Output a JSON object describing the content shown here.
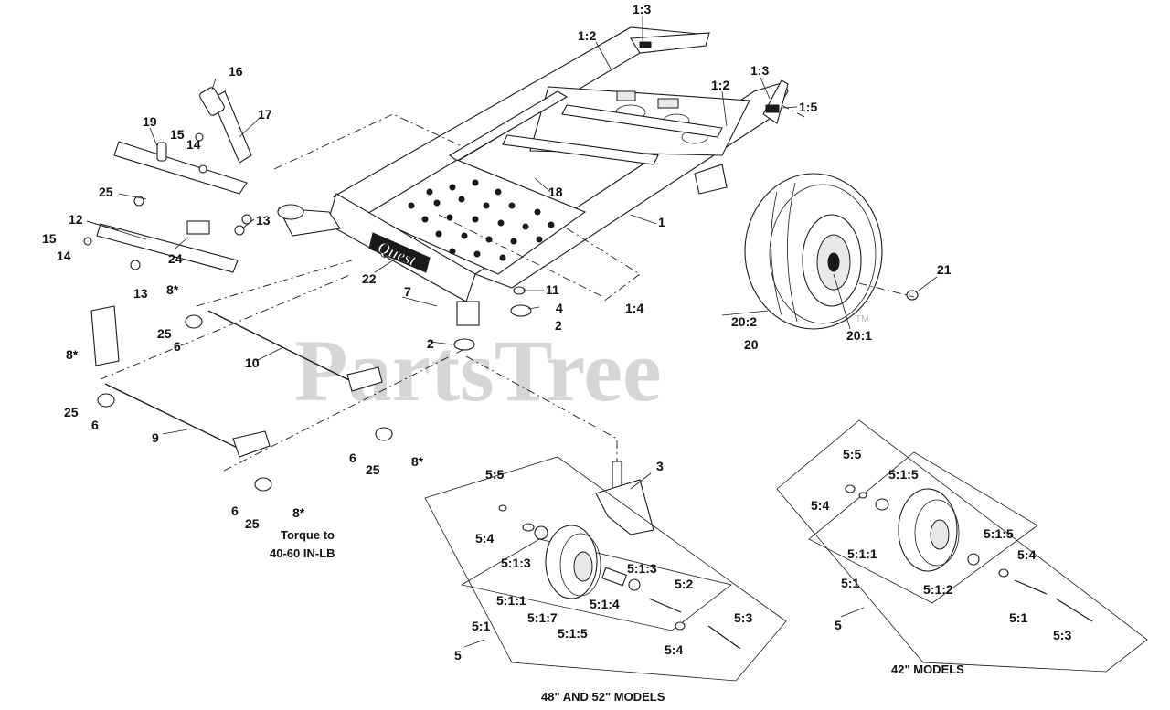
{
  "watermark": {
    "text": "PartsTree",
    "tm": "TM"
  },
  "brand_logo": "Quest",
  "captions": {
    "torque_line1": "Torque to",
    "torque_line2": "40-60 IN-LB",
    "models_48_52": "48\" AND 52\" MODELS",
    "models_42": "42\" MODELS"
  },
  "callouts": [
    {
      "text": "1:3"
    },
    {
      "text": "1:2"
    },
    {
      "text": "1:3"
    },
    {
      "text": "1:2"
    },
    {
      "text": "1:5"
    },
    {
      "text": "16"
    },
    {
      "text": "17"
    },
    {
      "text": "19"
    },
    {
      "text": "15"
    },
    {
      "text": "14"
    },
    {
      "text": "25"
    },
    {
      "text": "18"
    },
    {
      "text": "1"
    },
    {
      "text": "12"
    },
    {
      "text": "13"
    },
    {
      "text": "15"
    },
    {
      "text": "14"
    },
    {
      "text": "24"
    },
    {
      "text": "22"
    },
    {
      "text": "13"
    },
    {
      "text": "21"
    },
    {
      "text": "7"
    },
    {
      "text": "11"
    },
    {
      "text": "4"
    },
    {
      "text": "2"
    },
    {
      "text": "1:4"
    },
    {
      "text": "8*"
    },
    {
      "text": "25"
    },
    {
      "text": "6"
    },
    {
      "text": "20:2"
    },
    {
      "text": "20:1"
    },
    {
      "text": "20"
    },
    {
      "text": "2"
    },
    {
      "text": "10"
    },
    {
      "text": "8*"
    },
    {
      "text": "25"
    },
    {
      "text": "6"
    },
    {
      "text": "9"
    },
    {
      "text": "6"
    },
    {
      "text": "25"
    },
    {
      "text": "8*"
    },
    {
      "text": "3"
    },
    {
      "text": "6"
    },
    {
      "text": "25"
    },
    {
      "text": "8*"
    },
    {
      "text": "5:5"
    },
    {
      "text": "5:4"
    },
    {
      "text": "5:1:3"
    },
    {
      "text": "5:1:3"
    },
    {
      "text": "5:2"
    },
    {
      "text": "5:1:1"
    },
    {
      "text": "5:1:7"
    },
    {
      "text": "5:1:4"
    },
    {
      "text": "5:1"
    },
    {
      "text": "5:1:5"
    },
    {
      "text": "5:3"
    },
    {
      "text": "5:4"
    },
    {
      "text": "5"
    },
    {
      "text": "5:5"
    },
    {
      "text": "5:1:5"
    },
    {
      "text": "5:4"
    },
    {
      "text": "5:1:5"
    },
    {
      "text": "5:4"
    },
    {
      "text": "5:1:1"
    },
    {
      "text": "5:1:2"
    },
    {
      "text": "5:1"
    },
    {
      "text": "5:1"
    },
    {
      "text": "5"
    },
    {
      "text": "5:3"
    }
  ]
}
